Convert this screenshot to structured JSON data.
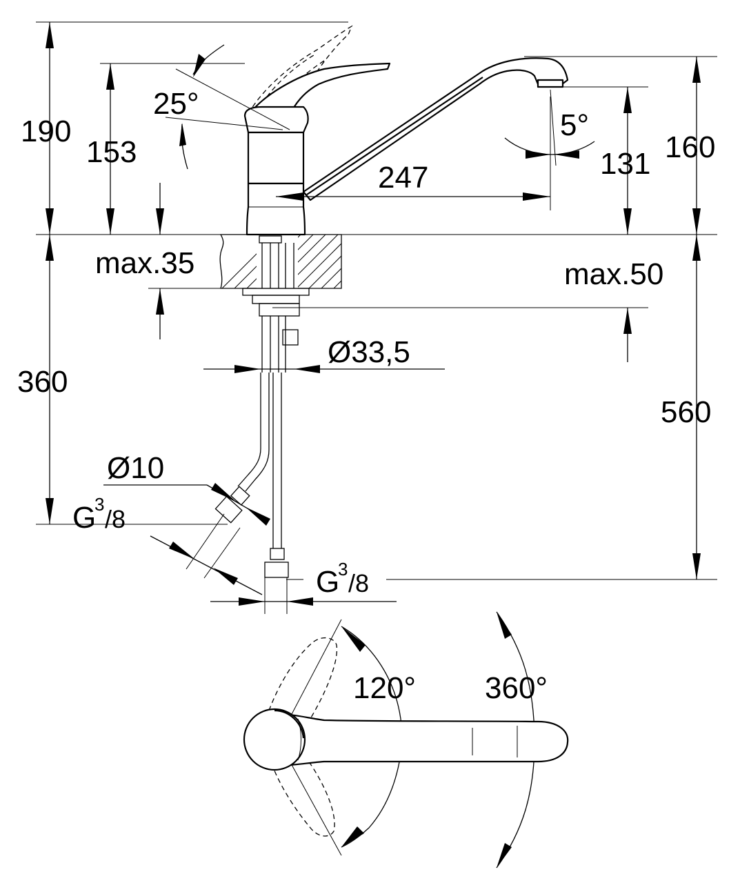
{
  "dimensions": {
    "total_height": "190",
    "lever_height": "153",
    "lever_angle": "25°",
    "spout_reach": "247",
    "spout_tilt": "5°",
    "spout_outlet_height": "131",
    "spout_height": "160",
    "max_counter_thickness": "max.35",
    "max_thickness_right": "max.50",
    "shank_diameter": "Ø33,5",
    "hose_length_left": "360",
    "hose_length_right": "560",
    "hose_diameter": "Ø10",
    "connection_left": {
      "base": "G",
      "sup": "3",
      "sub": "/8"
    },
    "connection_right": {
      "base": "G",
      "sup": "3",
      "sub": "/8"
    },
    "lever_swing": "120°",
    "spout_rotation": "360°"
  }
}
